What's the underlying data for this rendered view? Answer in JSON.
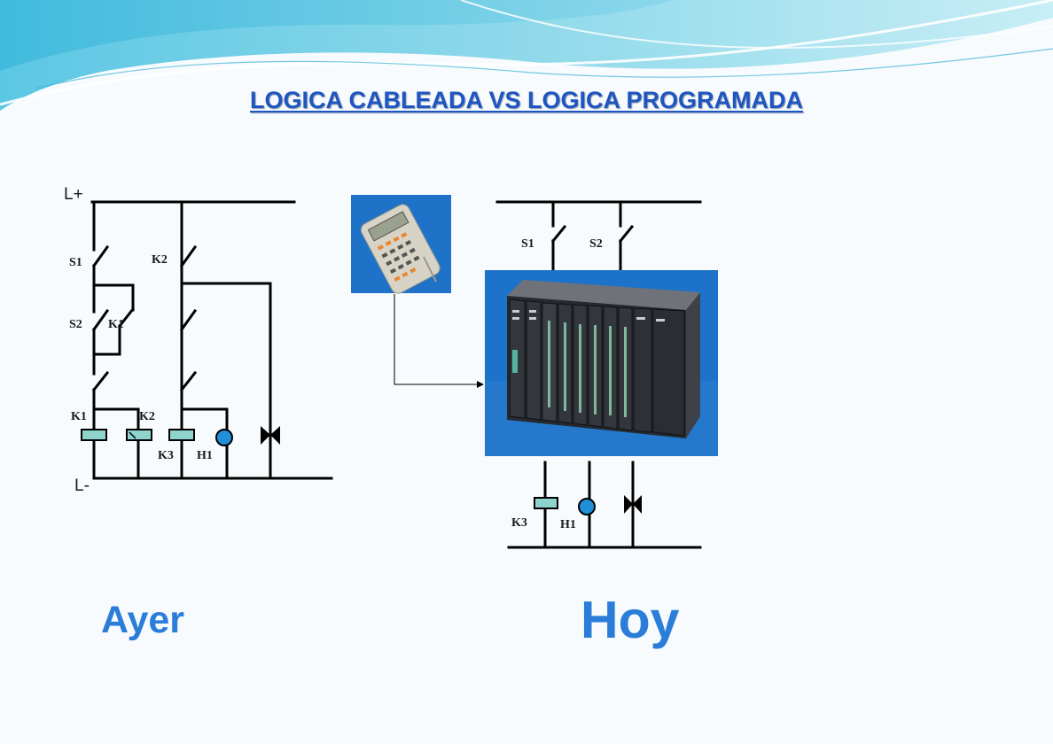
{
  "title": "LOGICA CABLEADA VS LOGICA PROGRAMADA",
  "left_diagram": {
    "rail_top": "L+",
    "rail_bottom": "L-",
    "labels": {
      "s1": "S1",
      "s2": "S2",
      "k1_contact": "K1",
      "k2_contact": "K2",
      "k1_coil": "K1",
      "k2_coil": "K2",
      "k3_coil": "K3",
      "h1_lamp": "H1"
    }
  },
  "right_diagram": {
    "labels": {
      "s1": "S1",
      "s2": "S2",
      "k3_coil": "K3",
      "h1_lamp": "H1"
    }
  },
  "captions": {
    "left": "Ayer",
    "right": "Hoy"
  },
  "colors": {
    "title": "#1f55c0",
    "caption": "#2a7dd8",
    "coil": "#8fd3cd",
    "lamp": "#1f8fd8",
    "plc_bg": "#1d73c9"
  }
}
